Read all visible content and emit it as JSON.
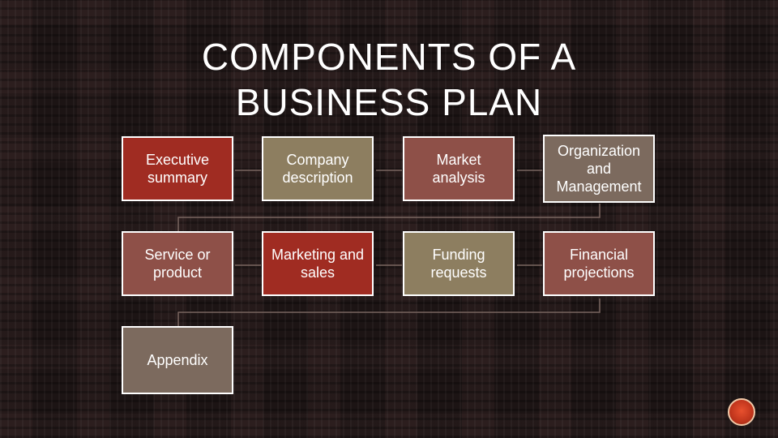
{
  "slide": {
    "title": "COMPONENTS OF A\nBUSINESS PLAN"
  },
  "diagram": {
    "rows": [
      [
        "Executive summary",
        "Company description",
        "Market analysis",
        "Organization and Management"
      ],
      [
        "Service or product",
        "Marketing and sales",
        "Funding requests",
        "Financial projections"
      ],
      [
        "Appendix"
      ]
    ]
  },
  "colors": {
    "background": "#1c1414",
    "box_red": "#a02c22",
    "box_tan": "#8d7e60",
    "box_rose": "#8e5048",
    "box_taupe": "#7c6a5e",
    "badge": "#d8431f"
  }
}
